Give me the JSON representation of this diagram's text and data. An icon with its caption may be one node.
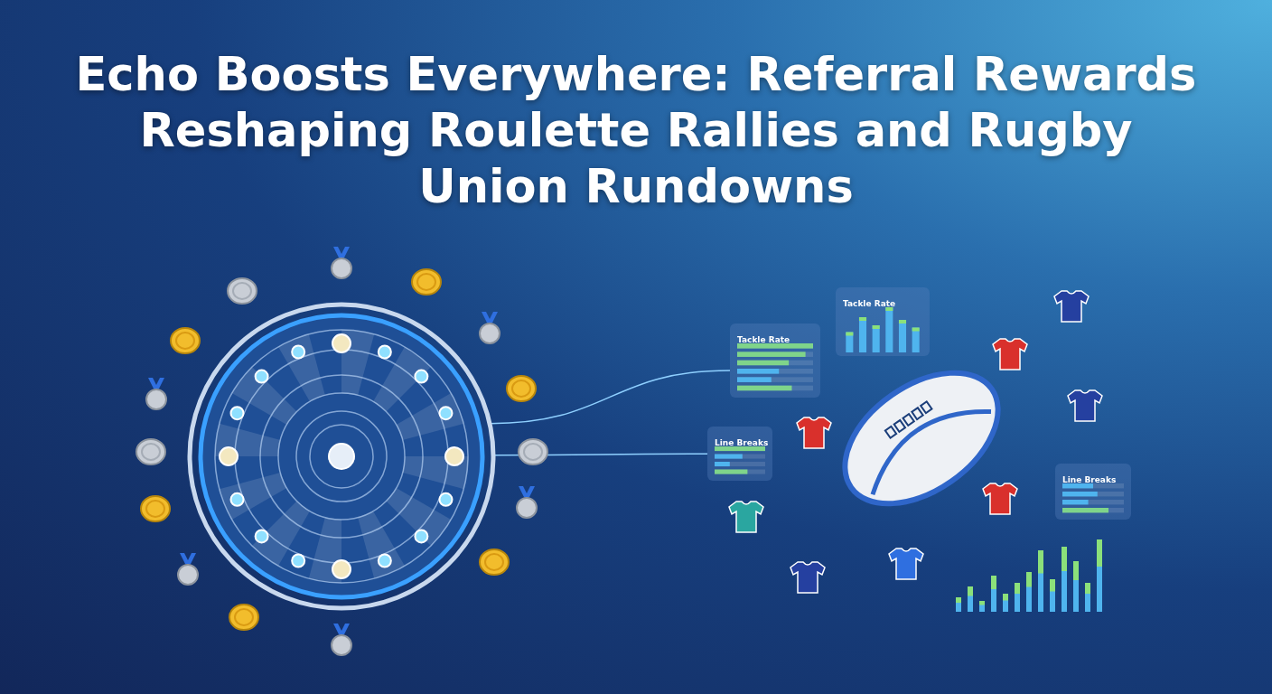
{
  "diagram": {
    "title": "Echo Boosts Everywhere: Referral Rewards Reshaping Roulette Rallies and Rugby Union Rundowns",
    "nodes": [
      {
        "text": [],
        "shape": "picture"
      },
      {
        "text": [
          "Tackle Rate"
        ]
      },
      {
        "text": [
          "Tackle Rate"
        ]
      },
      {
        "text": [
          "Line Breaks"
        ]
      },
      {
        "text": [
          "Line Breaks"
        ]
      },
      {
        "text": [],
        "shape": "picture"
      }
    ],
    "edges": [
      {
        "from": 0,
        "to": 1,
        "arrow": "none"
      },
      {
        "from": 0,
        "to": 3,
        "arrow": "none"
      }
    ]
  }
}
